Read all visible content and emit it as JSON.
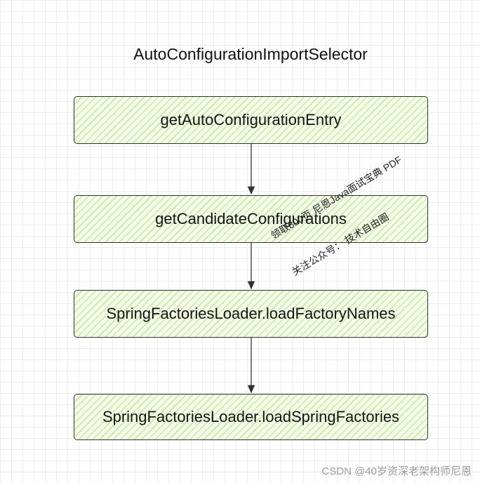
{
  "diagram": {
    "title": "AutoConfigurationImportSelector",
    "nodes": [
      {
        "id": "n1",
        "label": "getAutoConfigurationEntry"
      },
      {
        "id": "n2",
        "label": "getCandidateConfigurations"
      },
      {
        "id": "n3",
        "label": "SpringFactoriesLoader.loadFactoryNames"
      },
      {
        "id": "n4",
        "label": "SpringFactoriesLoader.loadSpringFactories"
      }
    ],
    "edges": [
      {
        "from": "n1",
        "to": "n2"
      },
      {
        "from": "n2",
        "to": "n3"
      },
      {
        "from": "n3",
        "to": "n4"
      }
    ],
    "colors": {
      "fill": "#f4fbe8",
      "hatch": "#aad76e",
      "stroke": "#333333"
    }
  },
  "watermark": {
    "line1": "领取800页 尼恩Java面试宝典 PDF",
    "line2": "关注公众号：  技术自由圈"
  },
  "footer": {
    "credit": "CSDN @40岁资深老架构师尼恩"
  }
}
